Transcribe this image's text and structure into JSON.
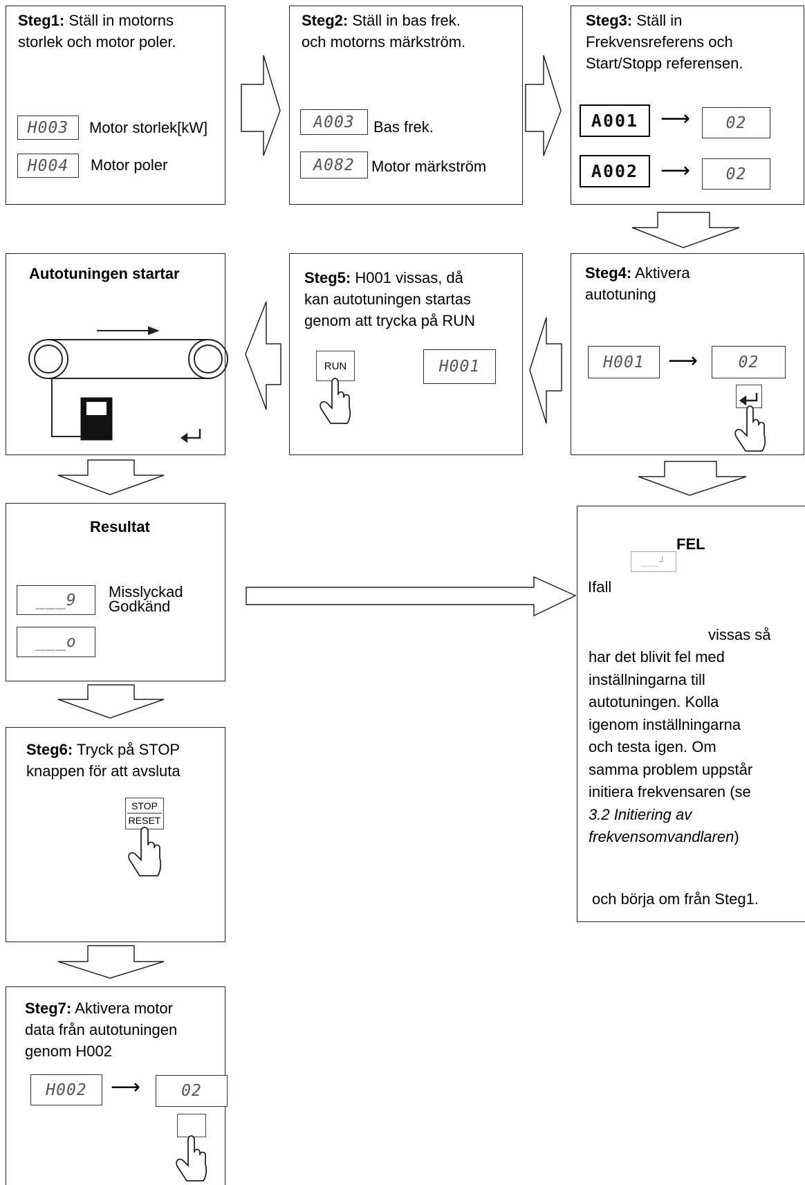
{
  "step1": {
    "bold": "Steg1:",
    "line1": " Ställ in motorns",
    "line2": "storlek och motor poler.",
    "rows": [
      {
        "code": "H003",
        "label": "Motor storlek[kW]"
      },
      {
        "code": "H004",
        "label": "Motor poler"
      }
    ]
  },
  "step2": {
    "bold": "Steg2:",
    "line1": " Ställ in bas frek.",
    "line2": "och motorns märkström.",
    "rows": [
      {
        "code": "A003",
        "label": "Bas frek."
      },
      {
        "code": "A082",
        "label": "Motor märkström"
      }
    ]
  },
  "step3": {
    "bold": "Steg3:",
    "line1": " Ställ in",
    "line2": "Frekvensreferens och",
    "line3": "Start/Stopp referensen.",
    "rows": [
      {
        "code": "A001",
        "value": "02"
      },
      {
        "code": "A002",
        "value": "02"
      }
    ]
  },
  "auto": {
    "title": "Autotuningen startar"
  },
  "step5": {
    "bold": "Steg5:",
    "line1": " H001 vissas, då",
    "line2": "kan autotuningen startas",
    "line3": "genom att trycka på RUN",
    "run_key": "RUN",
    "display": "H001"
  },
  "step4": {
    "bold": "Steg4:",
    "line1": " Aktivera",
    "line2": "autotuning",
    "code": "H001",
    "value": "02"
  },
  "result": {
    "title": "Resultat",
    "display1": "___9",
    "display2": "___o",
    "label1": "Misslyckad",
    "label2": "Godkänd"
  },
  "fel": {
    "title": "FEL",
    "display": "___┘",
    "ifall": "Ifall",
    "vissas": "vissas så",
    "lines": [
      "har det blivit fel med",
      "inställningarna till",
      "autotuningen. Kolla",
      "igenom inställningarna",
      "och testa igen. Om",
      "samma problem uppstår",
      "initiera frekvensaren (se"
    ],
    "ref_italic1": "3.2 Initiering av",
    "ref_italic2": "frekvensomvandlaren",
    "ref_close": ")",
    "last": "och börja om från Steg1."
  },
  "step6": {
    "bold": "Steg6:",
    "line1": " Tryck på STOP",
    "line2": "knappen för att avsluta",
    "key_top": "STOP",
    "key_bottom": "RESET"
  },
  "step7": {
    "bold": "Steg7:",
    "line1": " Aktivera motor",
    "line2": "data från autotuningen",
    "line3": "genom H002",
    "code": "H002",
    "value": "02"
  },
  "arrow_symbol": "⟶"
}
